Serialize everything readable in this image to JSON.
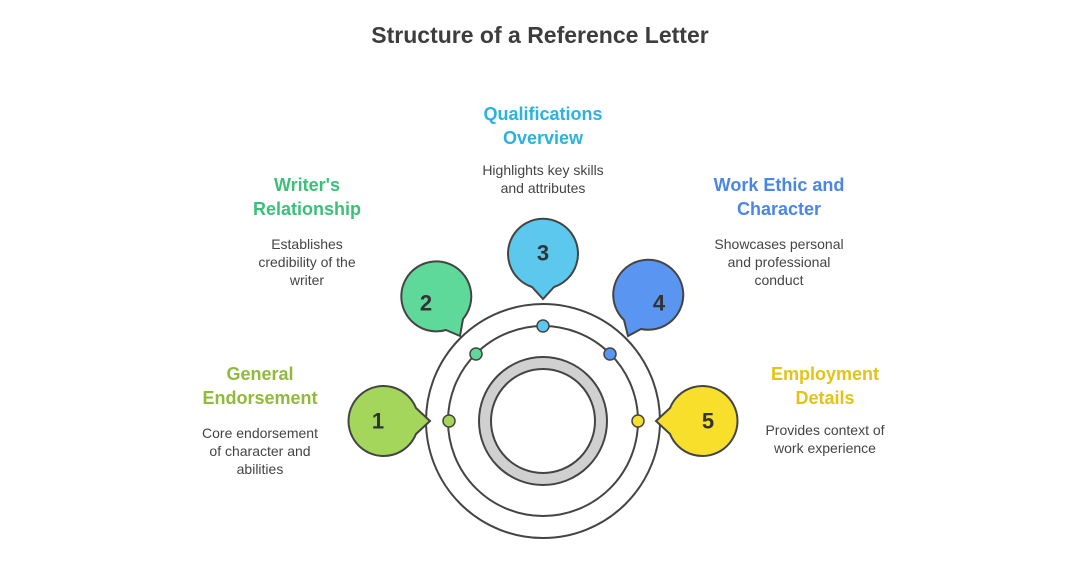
{
  "title": "Structure of a Reference Letter",
  "steps": [
    {
      "number": "1",
      "label_lines": [
        "General",
        "Endorsement"
      ],
      "description_lines": [
        "Core endorsement",
        "of character and",
        "abilities"
      ],
      "color": "#a3d65a",
      "label_color": "#8fba3a"
    },
    {
      "number": "2",
      "label_lines": [
        "Writer's",
        "Relationship"
      ],
      "description_lines": [
        "Establishes",
        "credibility of the",
        "writer"
      ],
      "color": "#5fd99a",
      "label_color": "#3cbf78"
    },
    {
      "number": "3",
      "label_lines": [
        "Qualifications",
        "Overview"
      ],
      "description_lines": [
        "Highlights key skills",
        "and attributes"
      ],
      "color": "#5cc8ee",
      "label_color": "#2ab2e0"
    },
    {
      "number": "4",
      "label_lines": [
        "Work Ethic and",
        "Character"
      ],
      "description_lines": [
        "Showcases personal",
        "and professional",
        "conduct"
      ],
      "color": "#5b95f2",
      "label_color": "#4a86e8"
    },
    {
      "number": "5",
      "label_lines": [
        "Employment",
        "Details"
      ],
      "description_lines": [
        "Provides context of",
        "work experience"
      ],
      "color": "#f7df2b",
      "label_color": "#e3c416"
    }
  ]
}
